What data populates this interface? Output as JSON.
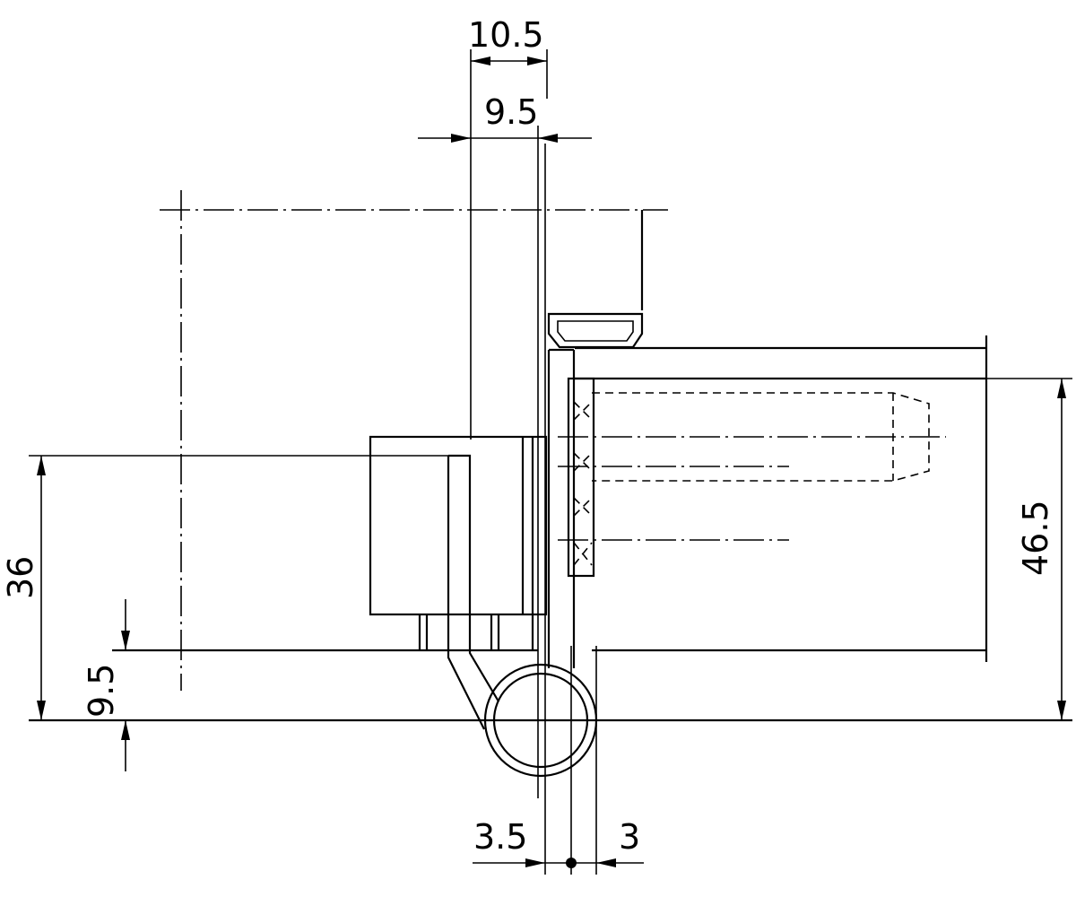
{
  "dimensions": {
    "top_width_10_5": "10.5",
    "top_width_9_5": "9.5",
    "left_height_36": "36",
    "left_height_9_5": "9.5",
    "right_height_46_5": "46.5",
    "bottom_3_5": "3.5",
    "bottom_3": "3"
  },
  "colors": {
    "line": "#000000",
    "background": "#ffffff"
  }
}
